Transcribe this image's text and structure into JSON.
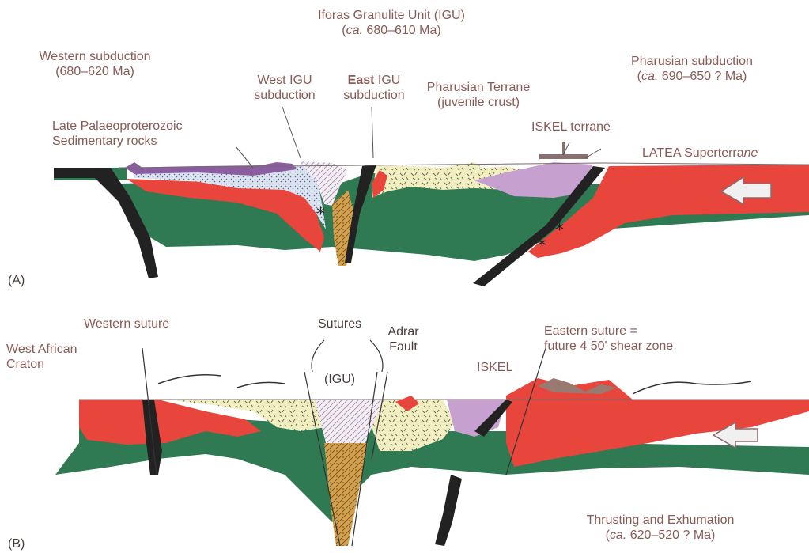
{
  "panel_a": {
    "tag": "(A)",
    "western_subduction": {
      "title": "Western subduction",
      "age": "(680–620 Ma)"
    },
    "igu": {
      "title": "Iforas Granulite Unit (IGU)",
      "age_prefix": "ca.",
      "age": " 680–610 Ma",
      "open": "(",
      "close": ")"
    },
    "west_igu": {
      "line1": "West IGU",
      "line2": "subduction"
    },
    "east_igu": {
      "line1_bold": "East",
      "line1_rest": " IGU",
      "line2": "subduction"
    },
    "pharusian_terrane": {
      "line1": "Pharusian Terrane",
      "line2": "(juvenile crust)"
    },
    "pharusian_subduction": {
      "title": "Pharusian subduction",
      "age_prefix": "ca.",
      "age": " 690–650 ? Ma",
      "open": "(",
      "close": ")"
    },
    "late_palaeo": {
      "line1": "Late Palaeoproterozoic",
      "line2": "Sedimentary rocks"
    },
    "iskel_terrane": "ISKEL terrane",
    "latea": {
      "text": "LATEA Superterra",
      "italic_end": "ne"
    }
  },
  "panel_b": {
    "tag": "(B)",
    "western_suture": "Western suture",
    "west_african_craton": {
      "line1": "West African",
      "line2": "Craton"
    },
    "sutures": "Sutures",
    "igu": "(IGU)",
    "adrar_fault": {
      "line1": "Adrar",
      "line2": "Fault"
    },
    "iskel": "ISKEL",
    "eastern_suture": {
      "line1": "Eastern suture =",
      "line2": "future 4 50' shear zone"
    },
    "thrusting": {
      "line1": "Thrusting and Exhumation",
      "age_prefix": "ca.",
      "age": " 620–520 ? Ma",
      "open": "(",
      "close": ")"
    }
  },
  "colors": {
    "mantle_green": "#2f7a52",
    "granite_red": "#e8463c",
    "juvenile_yellow": "#f1eec2",
    "iskel_purple": "#c6a0cf",
    "sediment_blue": "#dce4f2",
    "igu_tan": "#d4a24e",
    "label_text": "#8a5a55"
  }
}
